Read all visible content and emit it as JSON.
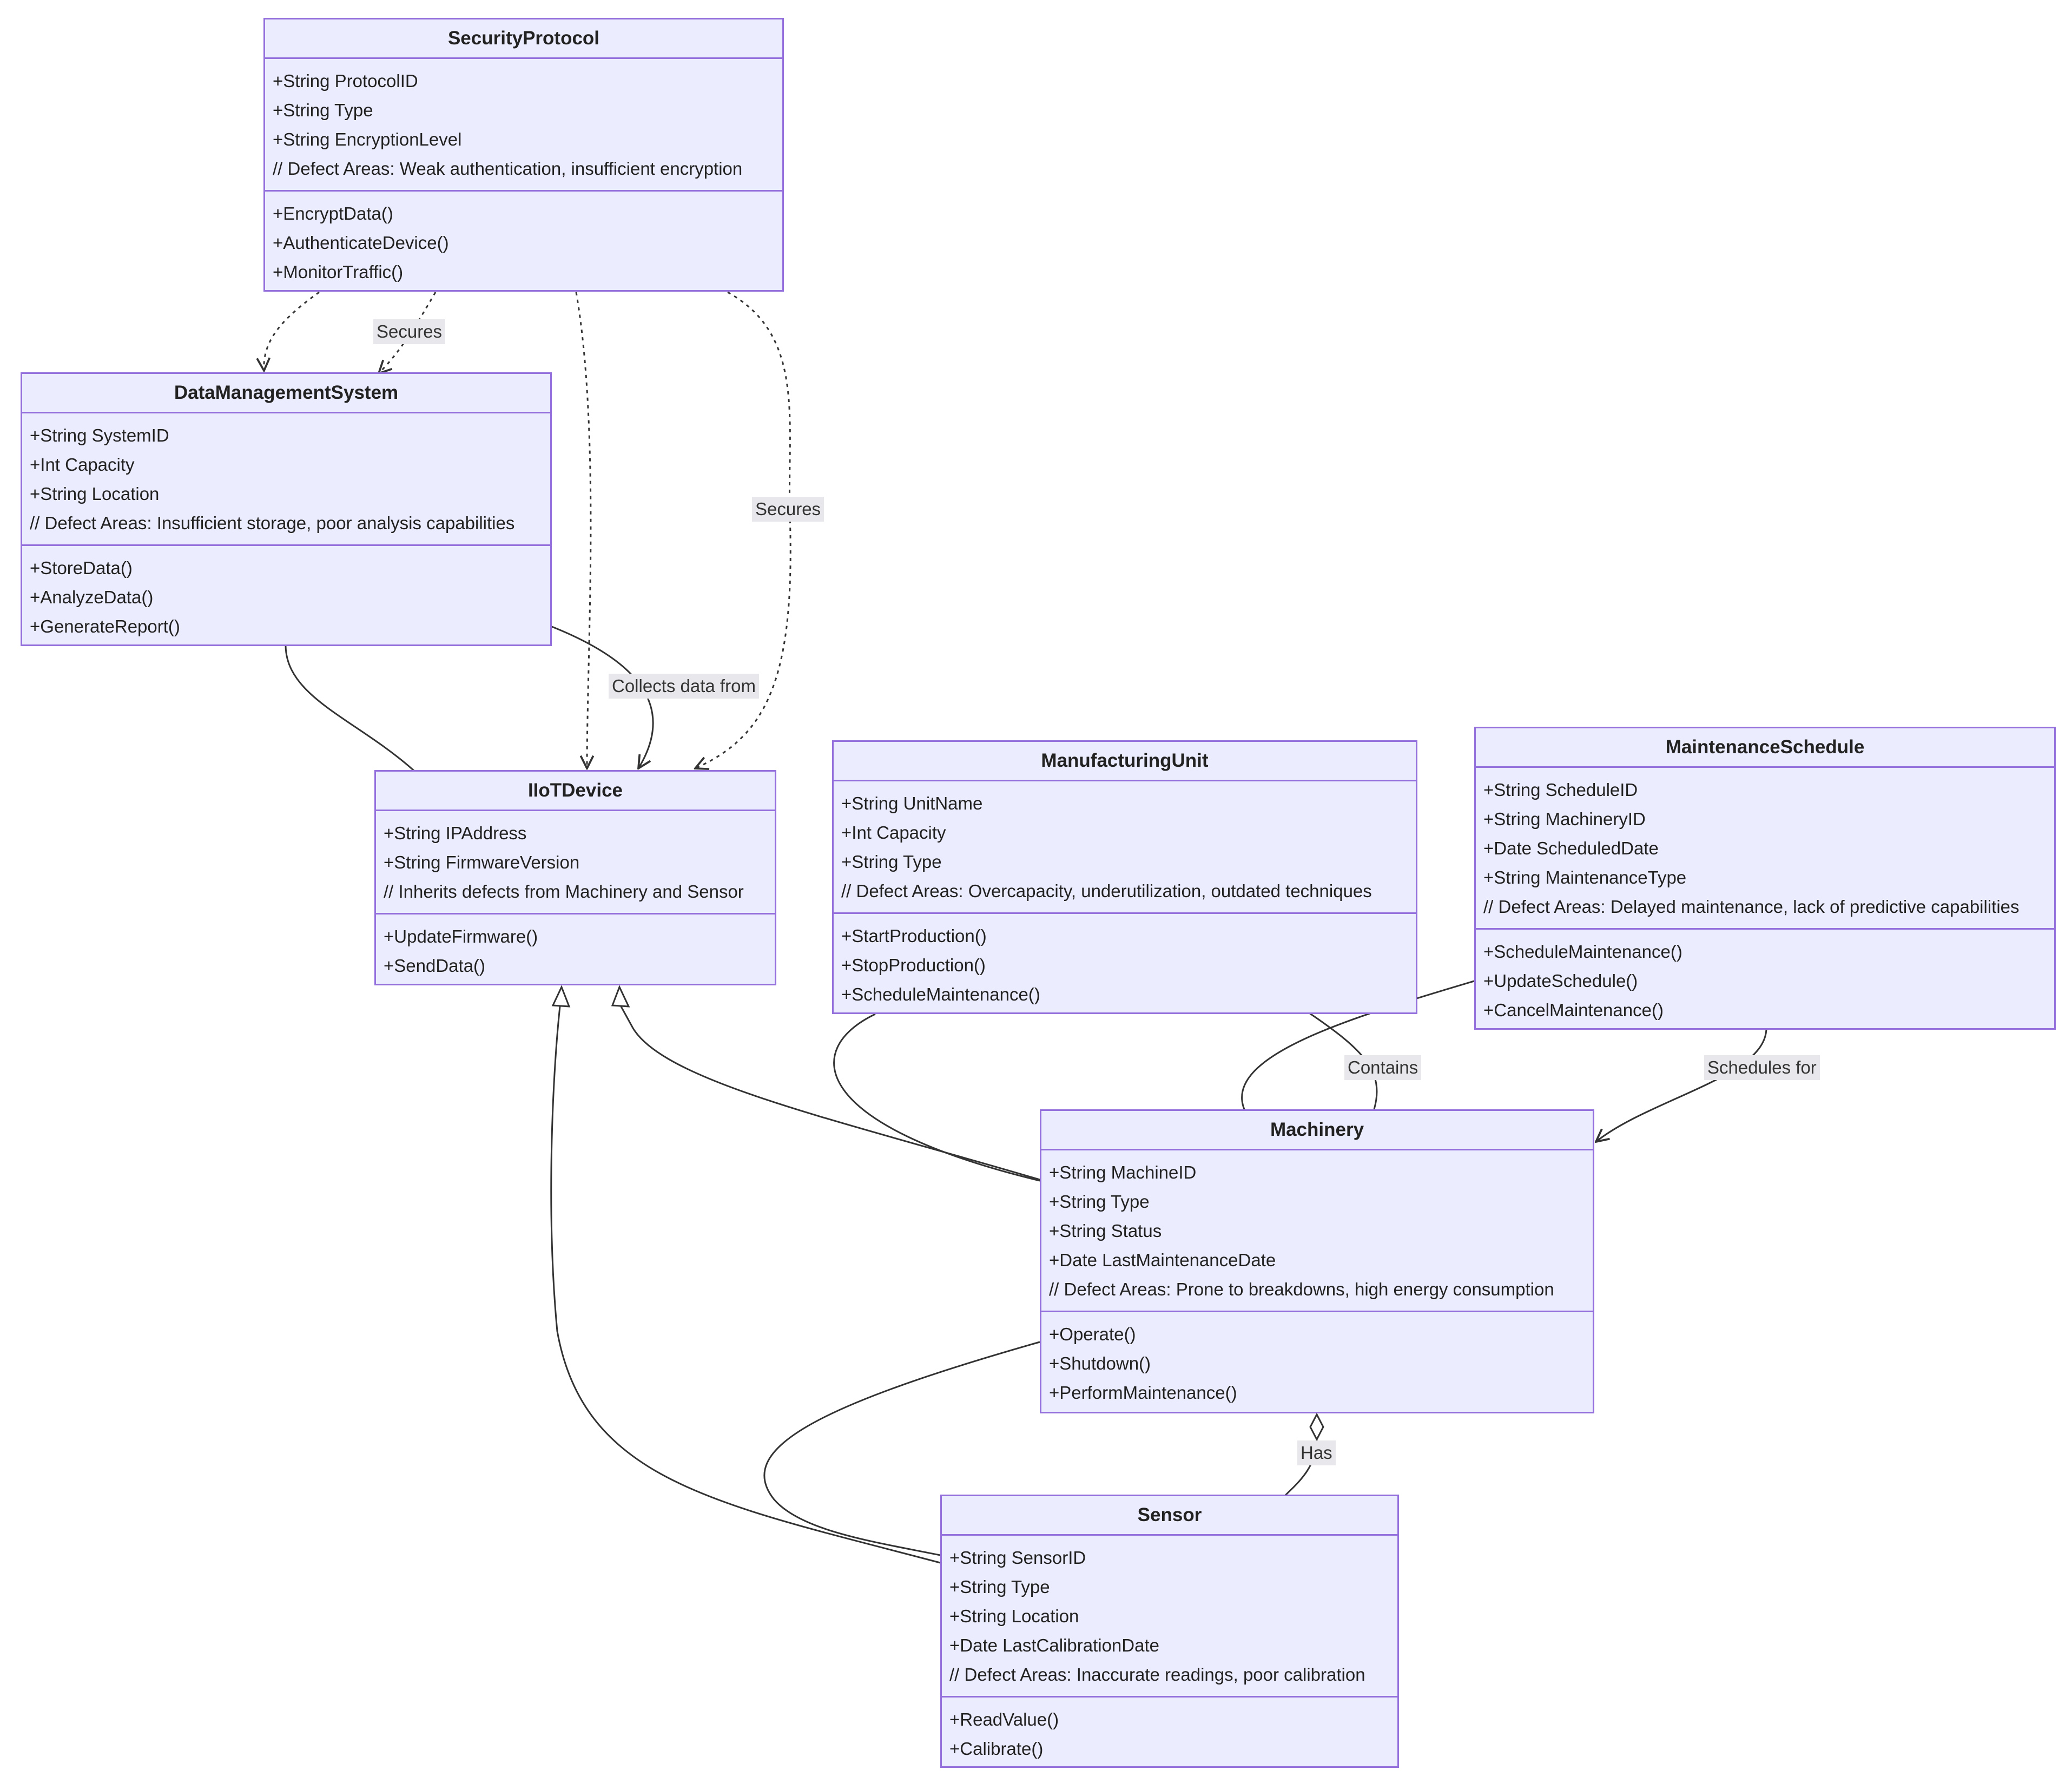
{
  "classes": {
    "security": {
      "name": "SecurityProtocol",
      "attributes": [
        "+String ProtocolID",
        "+String Type",
        "+String EncryptionLevel",
        "// Defect Areas: Weak authentication, insufficient encryption"
      ],
      "methods": [
        "+EncryptData()",
        "+AuthenticateDevice()",
        "+MonitorTraffic()"
      ]
    },
    "dms": {
      "name": "DataManagementSystem",
      "attributes": [
        "+String SystemID",
        "+Int Capacity",
        "+String Location",
        "// Defect Areas: Insufficient storage, poor analysis capabilities"
      ],
      "methods": [
        "+StoreData()",
        "+AnalyzeData()",
        "+GenerateReport()"
      ]
    },
    "iiot": {
      "name": "IIoTDevice",
      "attributes": [
        "+String IPAddress",
        "+String FirmwareVersion",
        "// Inherits defects from Machinery and Sensor"
      ],
      "methods": [
        "+UpdateFirmware()",
        "+SendData()"
      ]
    },
    "mfg": {
      "name": "ManufacturingUnit",
      "attributes": [
        "+String UnitName",
        "+Int Capacity",
        "+String Type",
        "// Defect Areas: Overcapacity, underutilization, outdated techniques"
      ],
      "methods": [
        "+StartProduction()",
        "+StopProduction()",
        "+ScheduleMaintenance()"
      ]
    },
    "maint": {
      "name": "MaintenanceSchedule",
      "attributes": [
        "+String ScheduleID",
        "+String MachineryID",
        "+Date ScheduledDate",
        "+String MaintenanceType",
        "// Defect Areas: Delayed maintenance, lack of predictive capabilities"
      ],
      "methods": [
        "+ScheduleMaintenance()",
        "+UpdateSchedule()",
        "+CancelMaintenance()"
      ]
    },
    "machinery": {
      "name": "Machinery",
      "attributes": [
        "+String MachineID",
        "+String Type",
        "+String Status",
        "+Date LastMaintenanceDate",
        "// Defect Areas: Prone to breakdowns, high energy consumption"
      ],
      "methods": [
        "+Operate()",
        "+Shutdown()",
        "+PerformMaintenance()"
      ]
    },
    "sensor": {
      "name": "Sensor",
      "attributes": [
        "+String SensorID",
        "+String Type",
        "+String Location",
        "+Date LastCalibrationDate",
        "// Defect Areas: Inaccurate readings, poor calibration"
      ],
      "methods": [
        "+ReadValue()",
        "+Calibrate()"
      ]
    }
  },
  "edge_labels": {
    "secures_dms": "Secures",
    "secures_iiot": "Secures",
    "collects": "Collects data from",
    "contains": "Contains",
    "schedules": "Schedules for",
    "has": "Has"
  },
  "colors": {
    "node_fill": "#ececff",
    "node_border": "#9370db",
    "edge": "#333333",
    "label_bg": "#e8e8ec"
  }
}
